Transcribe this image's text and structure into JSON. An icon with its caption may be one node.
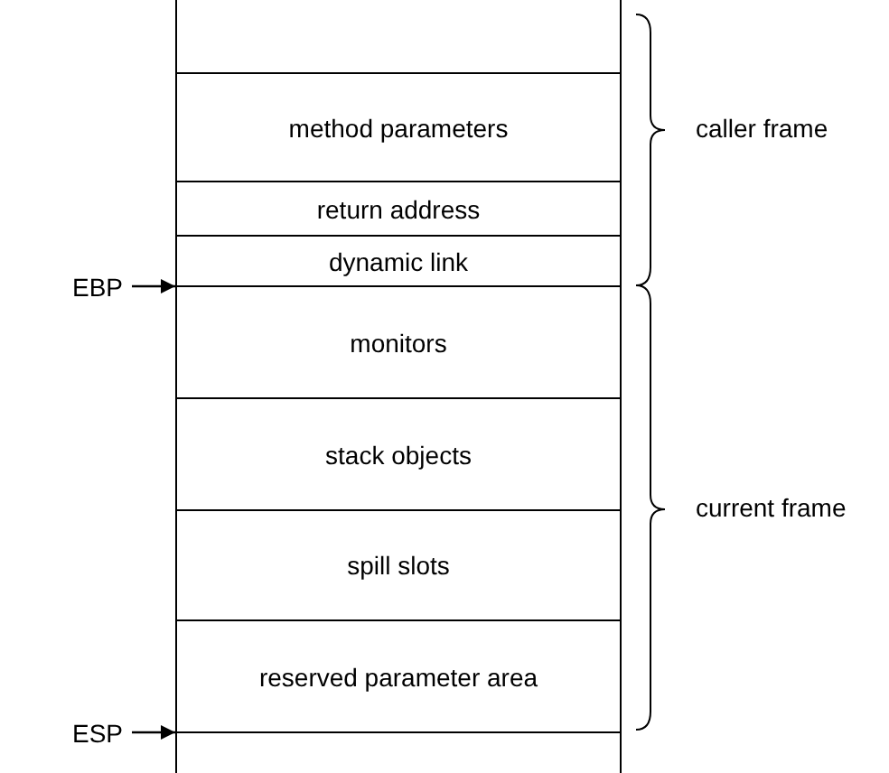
{
  "diagram": {
    "nodes": [
      {
        "text": [
          "method parameters"
        ]
      },
      {
        "text": [
          "return address"
        ]
      },
      {
        "text": [
          "dynamic link"
        ]
      },
      {
        "text": [
          "monitors"
        ]
      },
      {
        "text": [
          "stack objects"
        ]
      },
      {
        "text": [
          "spill slots"
        ]
      },
      {
        "text": [
          "reserved parameter area"
        ]
      },
      {
        "text": [
          "EBP"
        ]
      },
      {
        "text": [
          "ESP"
        ]
      }
    ],
    "edges": [
      {
        "from": 7,
        "to": 2,
        "arrow": "to"
      },
      {
        "from": 8,
        "to": 6,
        "arrow": "to"
      }
    ],
    "labels": [
      "caller frame",
      "current frame"
    ]
  }
}
